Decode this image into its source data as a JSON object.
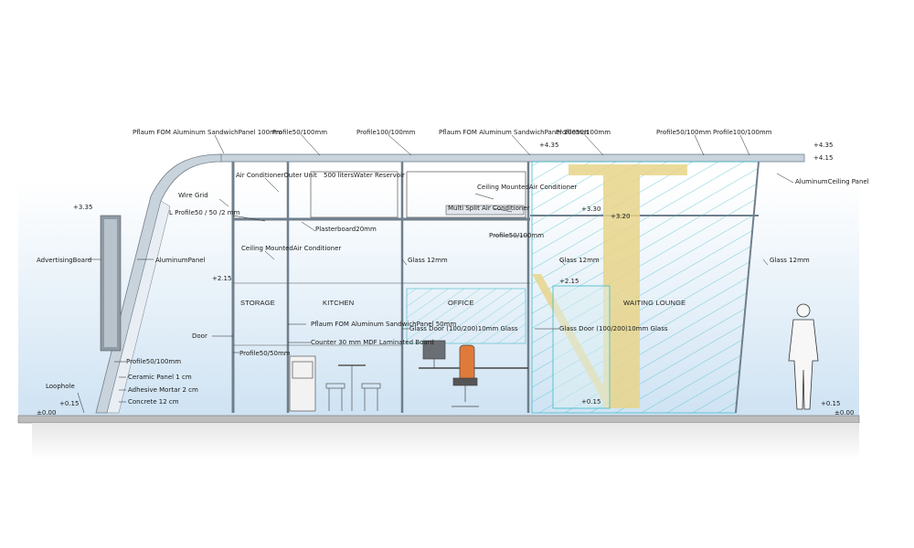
{
  "colors": {
    "sky_gradient_top": "#ffffff",
    "sky_gradient_bottom": "#cfe3f3",
    "ground": "#d9d9d9",
    "frame": "#8a9aa8",
    "glass_hatch": "#3fb9c8",
    "structure_yellow": "#e8d58a"
  },
  "labels": {
    "roof_panel_left": "Pflaum FOM Aluminum SandwichPanel 100mm",
    "roof_panel_center": "Pflaum FOM Aluminum SandwichPanel 100mm",
    "profile_top_1": "Profile50/100mm",
    "profile_top_2": "Profile100/100mm",
    "profile_top_3": "Profile50/100mm",
    "profile_top_4": "Profile50/100mm",
    "profile_top_5": "Profile100/100mm",
    "aluminum_ceiling_panel": "AluminumCeiling Panel",
    "ac_outer_unit": "Air ConditionerOuter Unit",
    "water_reservoir": "500 litersWater Reservoir",
    "ceiling_ac_right": "Ceiling MountedAir Conditioner",
    "multi_split_ac": "Multi Split Air Conditioner",
    "wire_grid": "Wire Grid",
    "l_profile": "L Profile50 / 50 /2 mm",
    "plasterboard": "Plasterboard20mm",
    "ceiling_ac_left": "Ceiling MountedAir Conditioner",
    "profile_mid": "Profile50/100mm",
    "advertising_board": "AdvertisingBoard",
    "aluminum_panel": "AluminumPanel",
    "glass_office": "Glass 12mm",
    "glass_lounge": "Glass 12mm",
    "glass_outer": "Glass 12mm",
    "door": "Door",
    "sandwich_panel_50": "Pflaum FOM Aluminum SandwichPanel 50mm",
    "glass_door_office": "Glass Door (100/200)10mm Glass",
    "glass_door_lounge": "Glass Door (100/200)10mm Glass",
    "counter": "Counter 30 mm MDF Laminated Board",
    "profile_50_50": "Profile50/50mm",
    "profile_50_100_low": "Profile50/100mm",
    "ceramic_panel": "Ceramic Panel 1 cm",
    "adhesive_mortar": "Adhesive Mortar 2 cm",
    "concrete": "Concrete 12 cm",
    "loophole": "Loophole"
  },
  "rooms": {
    "storage": "STORAGE",
    "kitchen": "KITCHEN",
    "office": "OFFICE",
    "waiting_lounge": "WAITING LOUNGE"
  },
  "levels": {
    "l_435_center": "+4.35",
    "l_435_right": "+4.35",
    "l_415_right": "+4.15",
    "l_335": "+3.35",
    "l_330": "+3.30",
    "l_320": "+3.20",
    "l_215_left": "+2.15",
    "l_215_lounge": "+2.15",
    "l_015_left": "+0.15",
    "l_015_lounge": "+0.15",
    "l_015_right": "+0.15",
    "l_000_left": "±0.00",
    "l_000_right": "±0.00"
  }
}
